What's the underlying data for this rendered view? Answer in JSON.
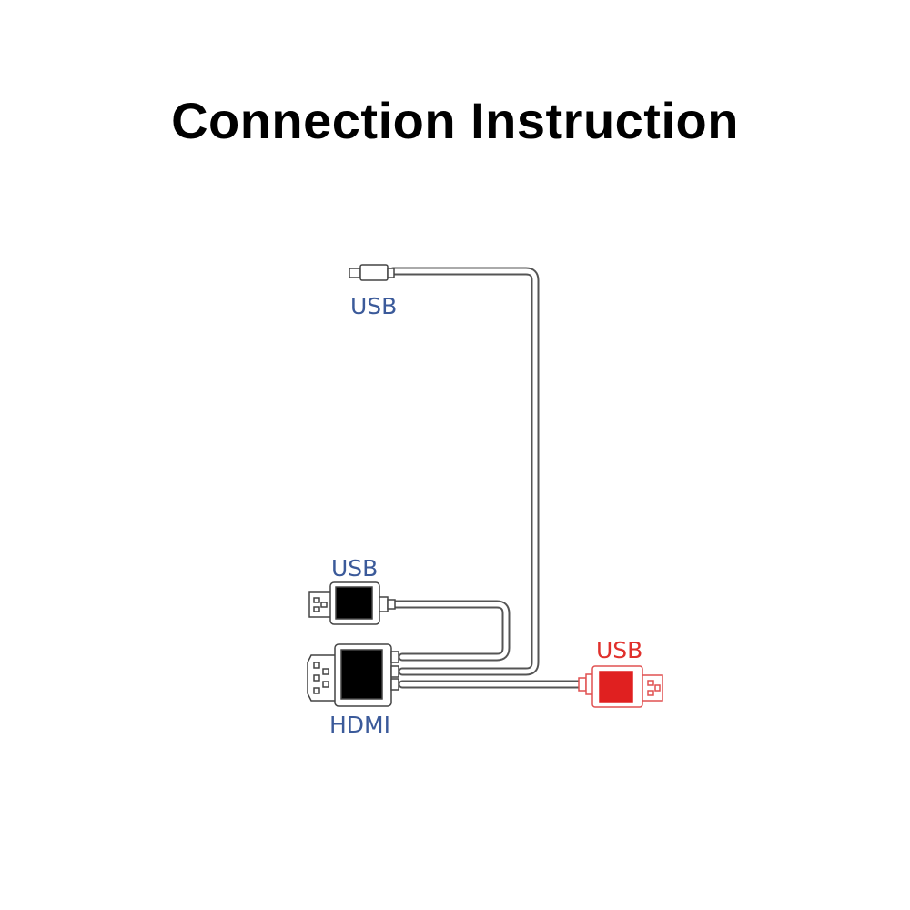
{
  "title": "Connection Instruction",
  "labels": {
    "usb_top": "USB",
    "usb_mid": "USB",
    "hdmi": "HDMI",
    "usb_red": "USB"
  },
  "colors": {
    "label_blue": "#3b5a9a",
    "label_red": "#e0302c",
    "connector_red": "#e02020",
    "connector_black": "#000000",
    "cable": "#555555"
  },
  "icons": {
    "usb_top": "micro-usb-plug-icon",
    "usb_mid": "usb-a-plug-icon",
    "hdmi": "hdmi-plug-icon",
    "usb_red": "usb-a-plug-icon"
  }
}
